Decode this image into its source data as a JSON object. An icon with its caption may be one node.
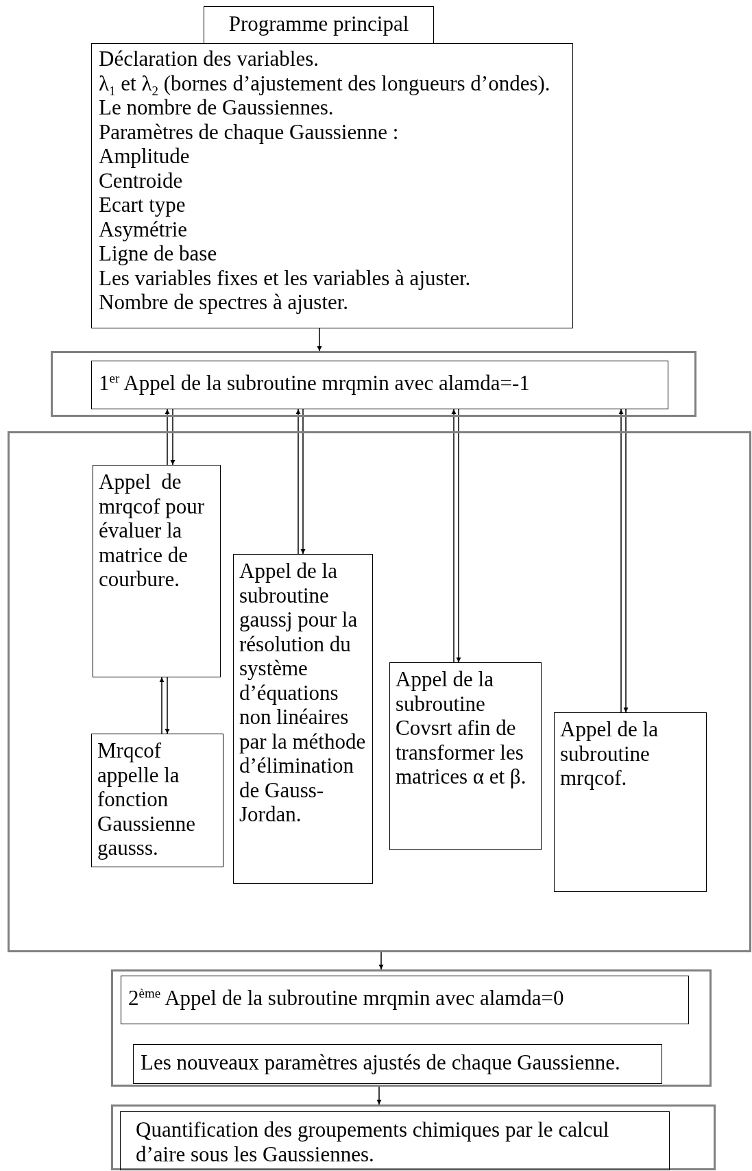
{
  "diagram": {
    "nodes": [
      {
        "text": [
          "Programme principal"
        ]
      },
      {
        "text": [
          "Déclaration des variables.",
          "λ$_{1}$ et λ$_{2}$ (bornes d’ajustement des longueurs d’ondes).",
          "Le nombre de Gaussiennes.",
          "Paramètres de chaque Gaussienne :",
          "Amplitude",
          "Centroide",
          "Ecart type",
          "Asymétrie",
          "Ligne de base",
          "Les variables fixes et les variables à ajuster.",
          "Nombre de spectres à ajuster."
        ]
      },
      {
        "text": [],
        "shape": "box"
      },
      {
        "text": [
          "1$^{er}$ Appel de la subroutine mrqmin avec alamda=-1"
        ],
        "in": 2
      },
      {
        "text": [],
        "shape": "box"
      },
      {
        "text": [
          "Appel  de mrqcof pour évaluer la matrice de courbure."
        ],
        "in": 4
      },
      {
        "text": [
          "Mrqcof appelle la fonction Gaussienne gausss."
        ],
        "in": 4
      },
      {
        "text": [
          "Appel de la subroutine gaussj pour la résolution du système d’équations non linéaires par la méthode d’élimination de Gauss-Jordan."
        ],
        "in": 4
      },
      {
        "text": [
          "Appel de la subroutine Covsrt afin de transformer les matrices α et β."
        ],
        "in": 4
      },
      {
        "text": [
          "Appel de la subroutine mrqcof."
        ],
        "in": 4
      },
      {
        "text": [],
        "shape": "box"
      },
      {
        "text": [
          "2$^{ème}$ Appel de la subroutine mrqmin avec alamda=0"
        ],
        "in": 10
      },
      {
        "text": [
          "Les nouveaux paramètres ajustés de chaque Gaussienne."
        ],
        "in": 10
      },
      {
        "text": [],
        "shape": "box"
      },
      {
        "text": [
          "Quantification des groupements chimiques par le calcul d’aire sous les Gaussiennes."
        ],
        "in": 13
      }
    ],
    "edges": [
      {
        "from": 1,
        "to": 2,
        "arrow": "to"
      },
      {
        "from": 5,
        "to": 3,
        "arrow": "to"
      },
      {
        "from": 3,
        "to": 5,
        "arrow": "to"
      },
      {
        "from": 7,
        "to": 3,
        "arrow": "to"
      },
      {
        "from": 3,
        "to": 7,
        "arrow": "to"
      },
      {
        "from": 8,
        "to": 3,
        "arrow": "to"
      },
      {
        "from": 3,
        "to": 8,
        "arrow": "to"
      },
      {
        "from": 9,
        "to": 3,
        "arrow": "to"
      },
      {
        "from": 3,
        "to": 9,
        "arrow": "to"
      },
      {
        "from": 6,
        "to": 5,
        "arrow": "to"
      },
      {
        "from": 5,
        "to": 6,
        "arrow": "to"
      },
      {
        "from": 4,
        "to": 10,
        "arrow": "to"
      },
      {
        "from": 10,
        "to": 13,
        "arrow": "to"
      }
    ]
  }
}
